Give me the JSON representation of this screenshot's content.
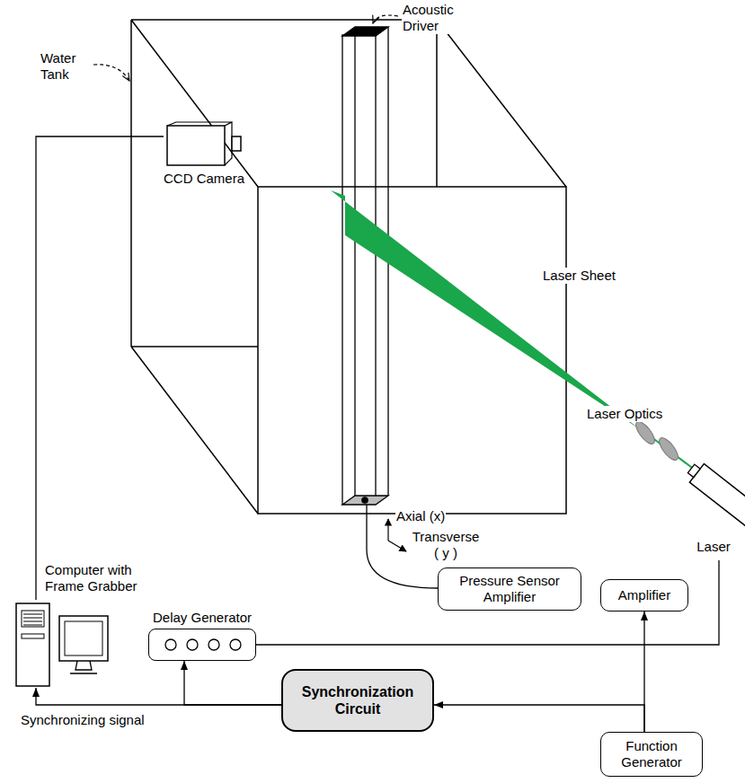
{
  "diagram": {
    "nodes": [
      {
        "text": [
          "CCD Camera"
        ]
      },
      {
        "text": [
          "Computer with Frame Grabber"
        ]
      },
      {
        "text": [
          "Delay Generator"
        ]
      },
      {
        "text": [
          "Synchronization Circuit"
        ]
      },
      {
        "text": [
          "Amplifier"
        ]
      },
      {
        "text": [
          "Function Generator"
        ]
      },
      {
        "text": [
          "Pressure Sensor Amplifier"
        ]
      },
      {
        "text": [
          "Laser"
        ]
      }
    ],
    "edges": [
      {
        "from": 1,
        "to": 0,
        "arrow": "none"
      },
      {
        "from": 5,
        "to": 4,
        "arrow": "to"
      },
      {
        "from": 5,
        "to": 3,
        "arrow": "to"
      },
      {
        "from": 3,
        "to": 1,
        "label": "Synchronizing signal",
        "arrow": "to"
      },
      {
        "from": 3,
        "to": 2,
        "arrow": "to"
      },
      {
        "from": 2,
        "to": 7,
        "arrow": "none"
      }
    ],
    "labels": [
      "Acoustic Driver",
      "Water Tank",
      "Laser Sheet",
      "Laser Optics",
      "Axial (x)",
      "Transverse ( y )"
    ]
  }
}
